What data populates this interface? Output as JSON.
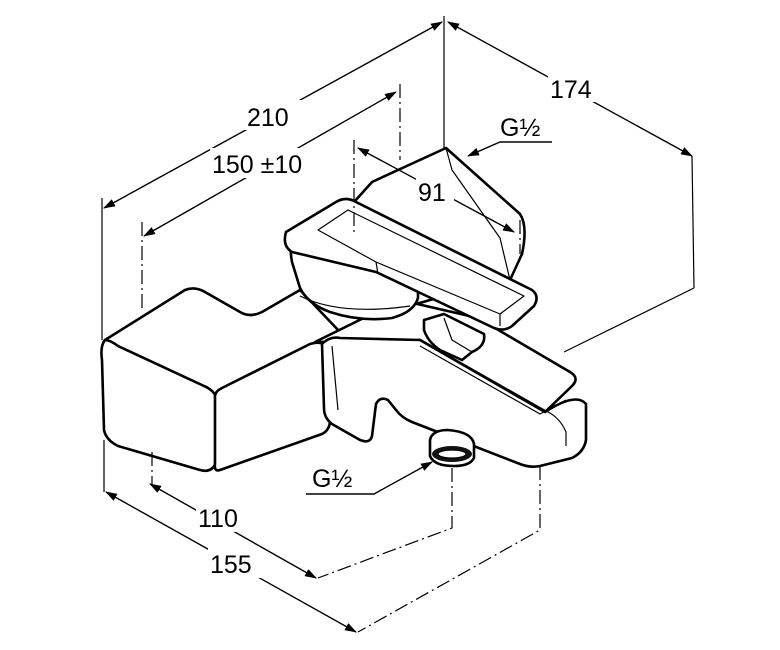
{
  "drawing": {
    "dimensions": {
      "d210": "210",
      "d150": "150 ±10",
      "d174": "174",
      "d91": "91",
      "d110": "110",
      "d155": "155"
    },
    "thread_labels": {
      "top": "G½",
      "bottom": "G½"
    }
  }
}
